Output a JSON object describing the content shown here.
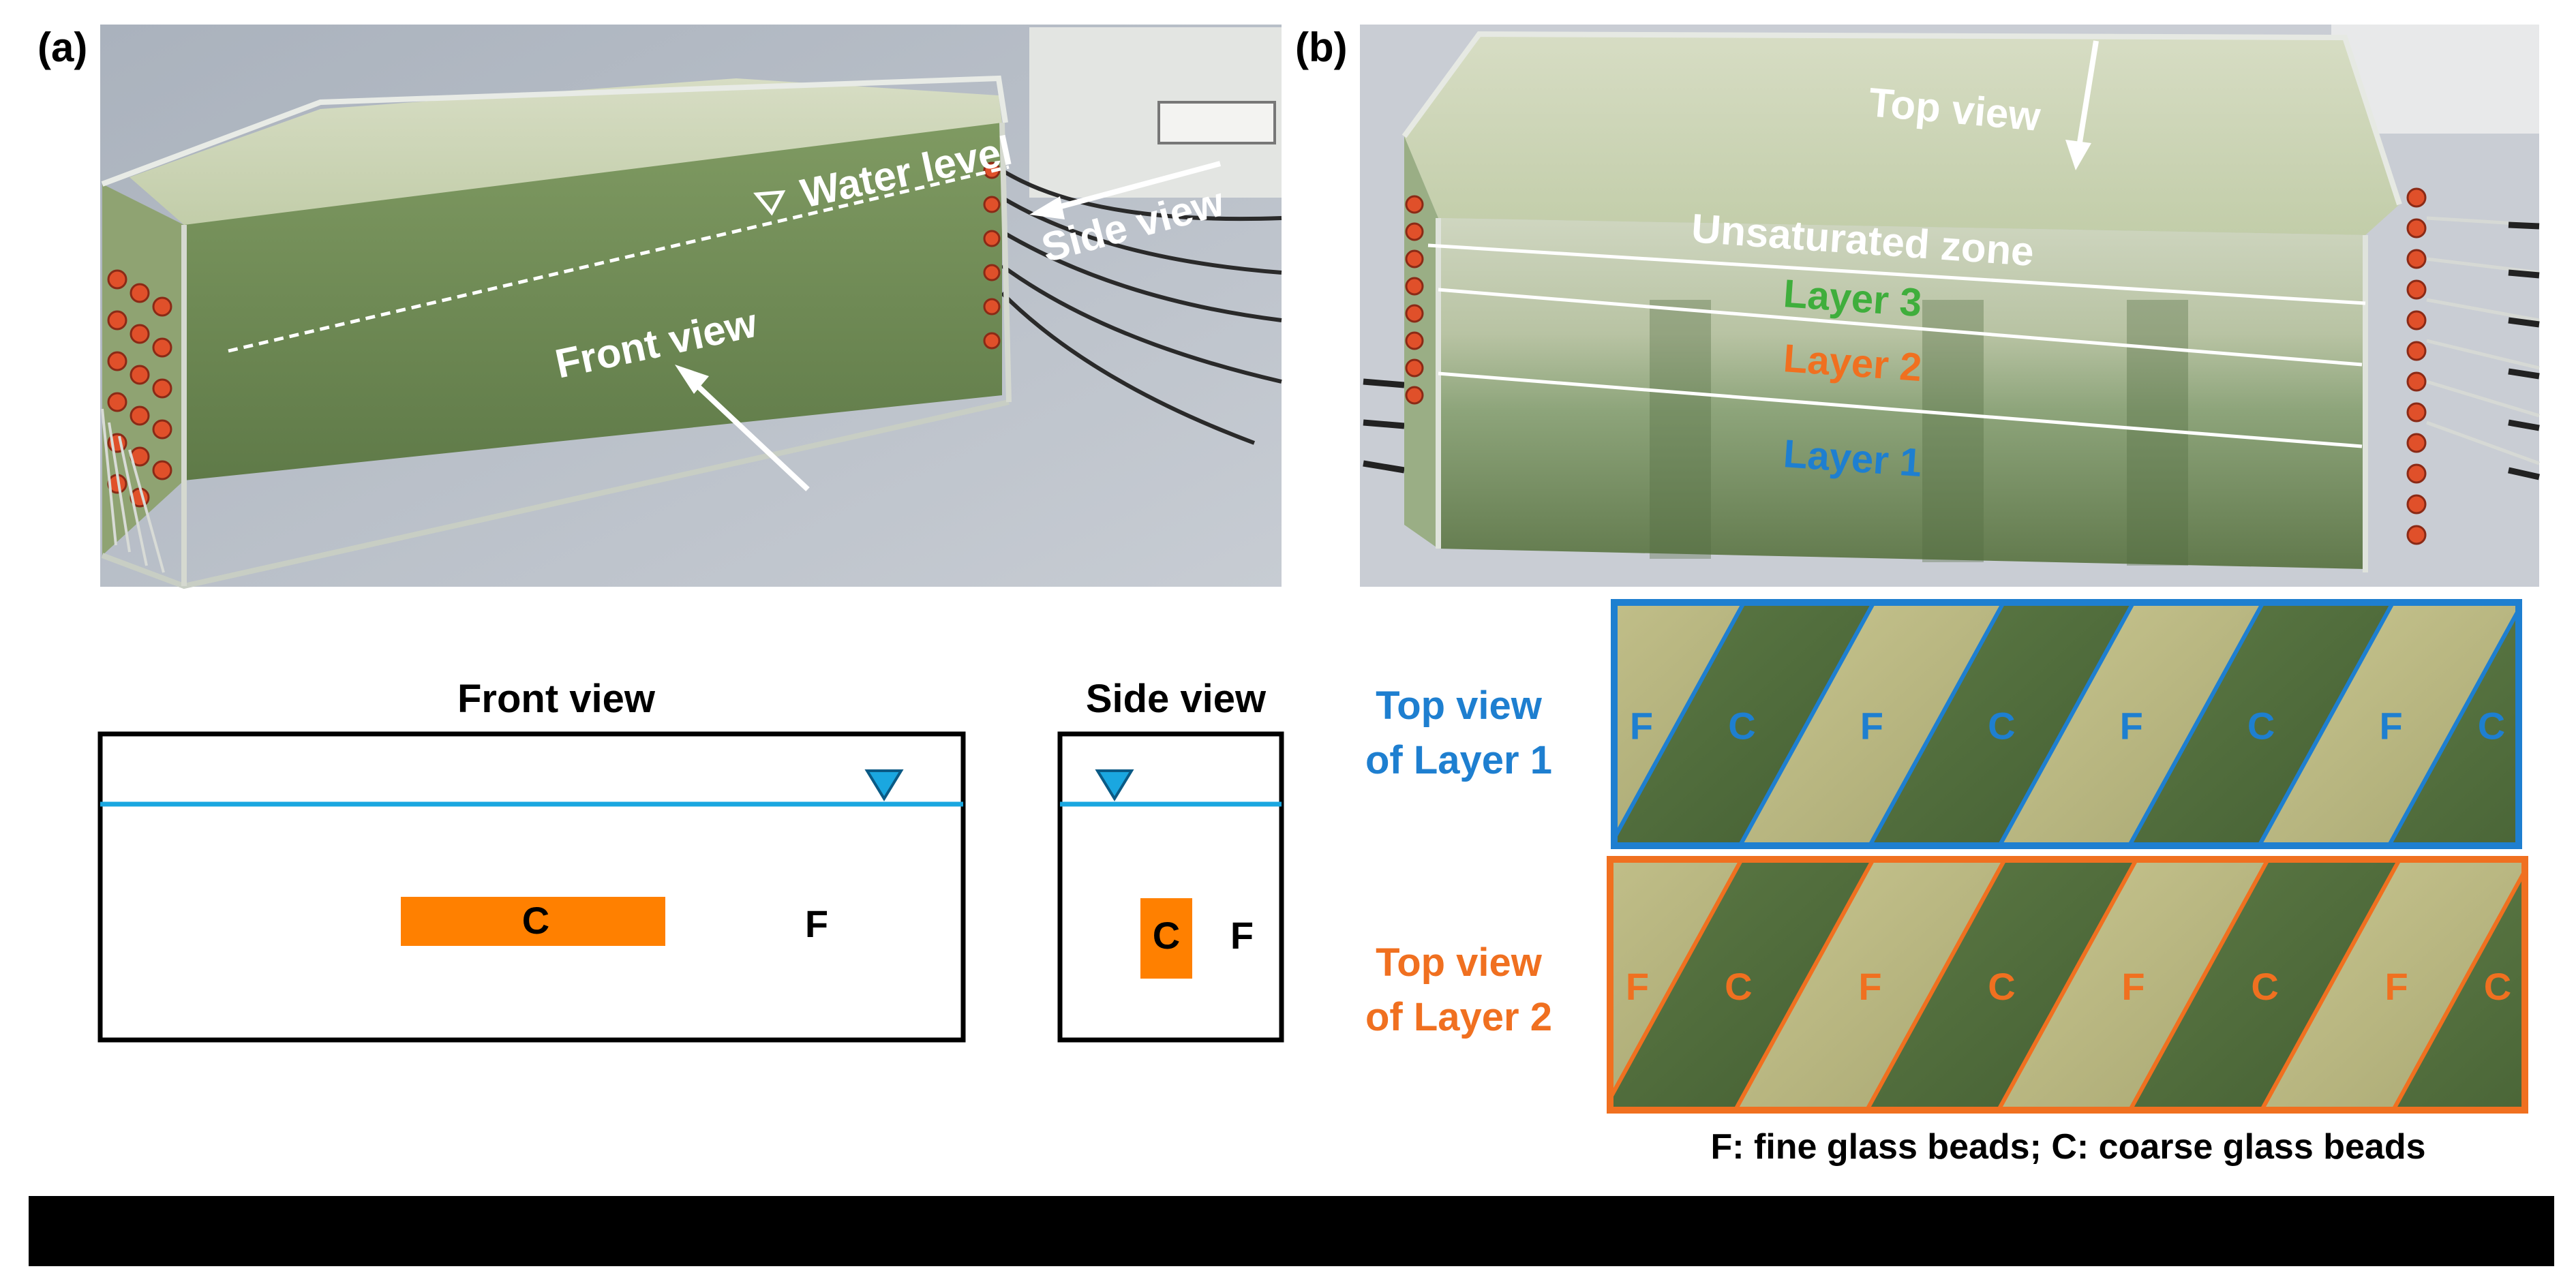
{
  "panel_a": {
    "label": "(a)",
    "water_level_label": "Water level",
    "side_view_label": "Side view",
    "front_view_label": "Front view"
  },
  "panel_b": {
    "label": "(b)",
    "top_view_label": "Top view",
    "unsaturated_label": "Unsaturated zone",
    "layer3_label": "Layer 3",
    "layer2_label": "Layer 2",
    "layer1_label": "Layer 1"
  },
  "front_schematic": {
    "title": "Front view",
    "block_label": "C",
    "matrix_label": "F"
  },
  "side_schematic": {
    "title": "Side view",
    "block_label": "C",
    "matrix_label": "F"
  },
  "layer1_top": {
    "label_line1": "Top view",
    "label_line2": "of Layer 1",
    "strip_labels": [
      "F",
      "C",
      "F",
      "C",
      "F",
      "C",
      "F",
      "C"
    ]
  },
  "layer2_top": {
    "label_line1": "Top view",
    "label_line2": "of Layer 2",
    "strip_labels": [
      "F",
      "C",
      "F",
      "C",
      "F",
      "C",
      "F",
      "C"
    ]
  },
  "caption": "F: fine glass beads; C: coarse glass beads",
  "colors": {
    "water_line": "#1aa7e0",
    "layer1_blue": "#1e7fd0",
    "layer2_orange": "#f07020",
    "layer3_green": "#3fae3c",
    "block_orange": "#ff8000",
    "sand_green": "#6e8a55",
    "bottom_bar": "#000000"
  }
}
